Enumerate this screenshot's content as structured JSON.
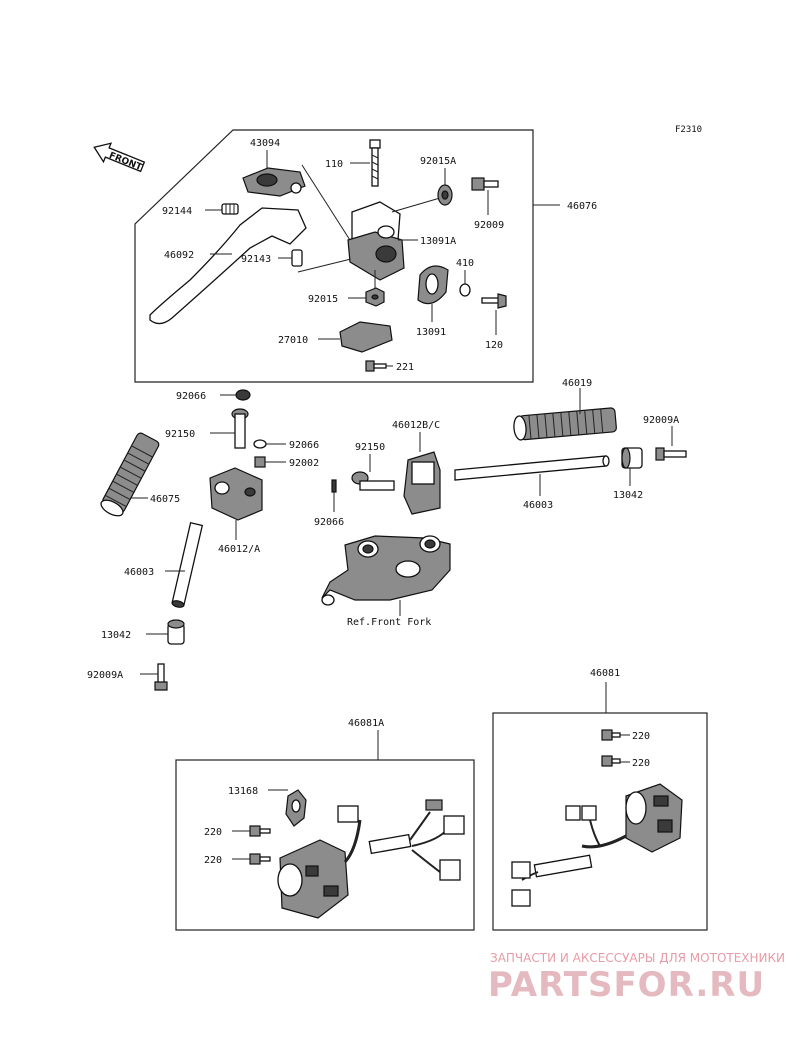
{
  "figure_code": "F2310",
  "front_label": "FRONT",
  "labels": {
    "p43094": "43094",
    "p110": "110",
    "p92015A": "92015A",
    "p46076": "46076",
    "p92009": "92009",
    "p92144": "92144",
    "p13091A": "13091A",
    "p46092": "46092",
    "p92143": "92143",
    "p410": "410",
    "p92015": "92015",
    "p13091": "13091",
    "p120": "120",
    "p27010": "27010",
    "p221": "221",
    "p92066a": "92066",
    "p46019": "46019",
    "p92150a": "92150",
    "p92066b": "92066",
    "p46012BC": "46012B/C",
    "p92009A": "92009A",
    "p92002": "92002",
    "p92150b": "92150",
    "p46075": "46075",
    "p46003a": "46003",
    "p13042a": "13042",
    "p92066c": "92066",
    "p46012A": "46012/A",
    "p46003b": "46003",
    "p13042b": "13042",
    "pRefFork": "Ref.Front Fork",
    "p92009Ab": "92009A",
    "p46081": "46081",
    "p46081A": "46081A",
    "p220a": "220",
    "p220b": "220",
    "p13168": "13168",
    "p220c": "220",
    "p220d": "220"
  },
  "watermark": {
    "tagline": "ЗАПЧАСТИ И АКСЕССУАРЫ ДЛЯ МОТОТЕХНИКИ",
    "logo": "PARTSFOR.RU"
  }
}
